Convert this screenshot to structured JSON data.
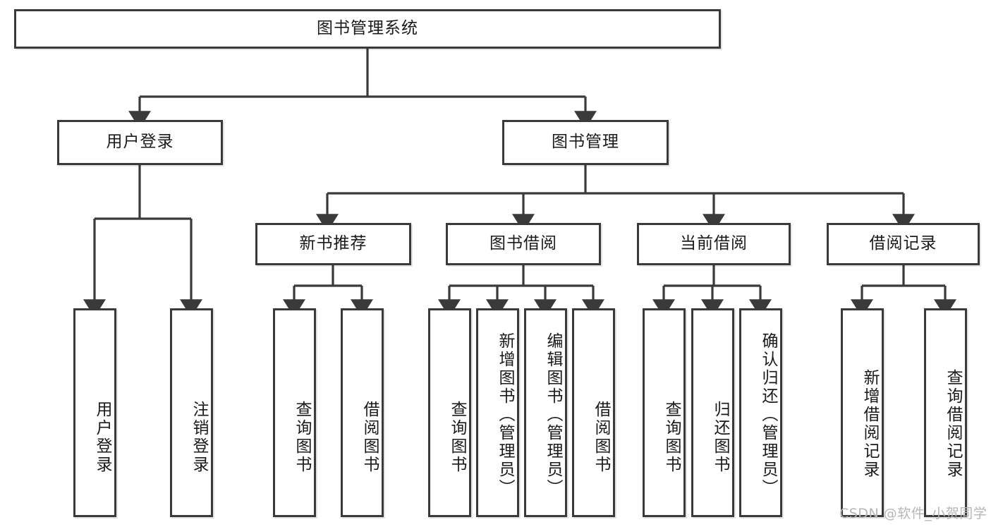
{
  "diagram": {
    "title_node": {
      "label": "图书管理系统"
    },
    "level2": [
      {
        "id": "user-login",
        "label": "用户登录"
      },
      {
        "id": "book-management",
        "label": "图书管理"
      }
    ],
    "level3": [
      {
        "id": "new-book-recommend",
        "label": "新书推荐"
      },
      {
        "id": "book-borrow",
        "label": "图书借阅"
      },
      {
        "id": "current-borrow",
        "label": "当前借阅"
      },
      {
        "id": "borrow-record",
        "label": "借阅记录"
      }
    ],
    "leaves": [
      {
        "id": "leaf-user-login",
        "label": "用户登录",
        "parent": "user-login"
      },
      {
        "id": "leaf-user-logout",
        "label": "注销登录",
        "parent": "user-login"
      },
      {
        "id": "leaf-query-book-1",
        "label": "查询图书",
        "parent": "new-book-recommend"
      },
      {
        "id": "leaf-borrow-book-1",
        "label": "借阅图书",
        "parent": "new-book-recommend"
      },
      {
        "id": "leaf-query-book-2",
        "label": "查询图书",
        "parent": "book-borrow"
      },
      {
        "id": "leaf-add-book",
        "label": "新增图书（管理员）",
        "parent": "book-borrow"
      },
      {
        "id": "leaf-edit-book",
        "label": "编辑图书（管理员）",
        "parent": "book-borrow"
      },
      {
        "id": "leaf-borrow-book-2",
        "label": "借阅图书",
        "parent": "book-borrow"
      },
      {
        "id": "leaf-query-book-3",
        "label": "查询图书",
        "parent": "current-borrow"
      },
      {
        "id": "leaf-return-book",
        "label": "归还图书",
        "parent": "current-borrow"
      },
      {
        "id": "leaf-confirm-return",
        "label": "确认归还（管理员）",
        "parent": "current-borrow"
      },
      {
        "id": "leaf-add-record",
        "label": "新增借阅记录",
        "parent": "borrow-record"
      },
      {
        "id": "leaf-query-record",
        "label": "查询借阅记录",
        "parent": "borrow-record"
      }
    ],
    "watermark": "CSDN @软件_小贺同学",
    "colors": {
      "stroke": "#3a3a3a",
      "box_fill": "#ffffff",
      "text": "#1a1a1a",
      "watermark": "#b6b6b6",
      "background": "#ffffff"
    }
  }
}
